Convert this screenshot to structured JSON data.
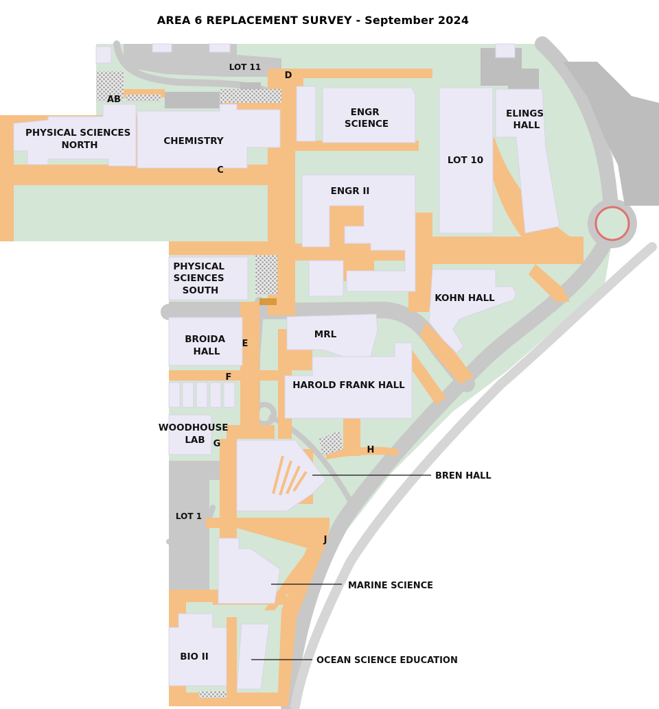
{
  "title": "AREA 6 REPLACEMENT SURVEY - September 2024",
  "buildings": {
    "physical_sciences_north": [
      "PHYSICAL SCIENCES",
      "NORTH"
    ],
    "chemistry": "CHEMISTRY",
    "engr_science": [
      "ENGR",
      "SCIENCE"
    ],
    "lot_10": "LOT 10",
    "elings_hall": [
      "ELINGS",
      "HALL"
    ],
    "engr_ii": "ENGR II",
    "lot_11": "LOT 11",
    "physical_sciences_south": [
      "PHYSICAL",
      "SCIENCES",
      "SOUTH"
    ],
    "kohn_hall": "KOHN HALL",
    "broida_hall": [
      "BROIDA",
      "HALL"
    ],
    "mrl": "MRL",
    "harold_frank_hall": "HAROLD FRANK HALL",
    "woodhouse_lab": [
      "WOODHOUSE",
      "LAB"
    ],
    "bren_hall": "BREN HALL",
    "lot_1": "LOT 1",
    "marine_science": "MARINE SCIENCE",
    "bio_ii": "BIO II",
    "ocean_science_education": "OCEAN SCIENCE EDUCATION"
  },
  "survey_points": {
    "ab": "AB",
    "c": "C",
    "d": "D",
    "e": "E",
    "f": "F",
    "g": "G",
    "h": "H",
    "j": "J"
  },
  "colors": {
    "grass": "#d4e6d6",
    "road": "#c8c8c8",
    "path": "#f6bf84",
    "building": "#ece9f6",
    "roundabout_ring": "#e07070"
  }
}
